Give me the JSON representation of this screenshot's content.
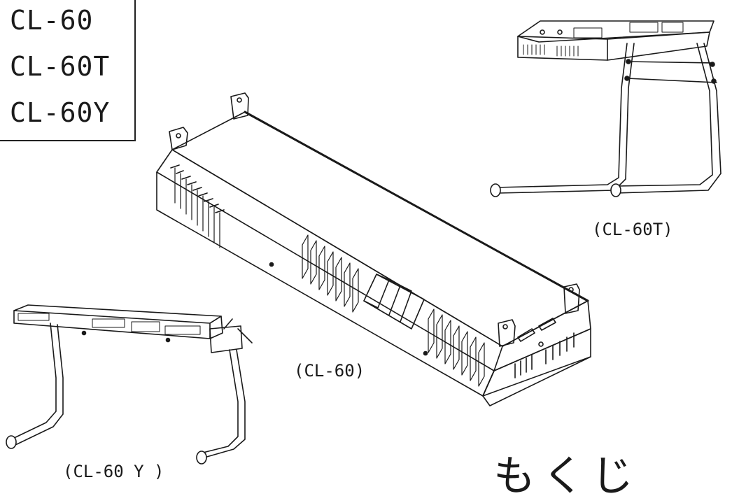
{
  "models": [
    "CL-60",
    "CL-60T",
    "CL-60Y"
  ],
  "captions": {
    "main": "(CL-60)",
    "stand_top": "(CL-60T)",
    "stand_left": "(CL-60 Y )"
  },
  "toc_heading": "もくじ",
  "colors": {
    "line": "#1a1a1a",
    "fill": "#ffffff"
  }
}
